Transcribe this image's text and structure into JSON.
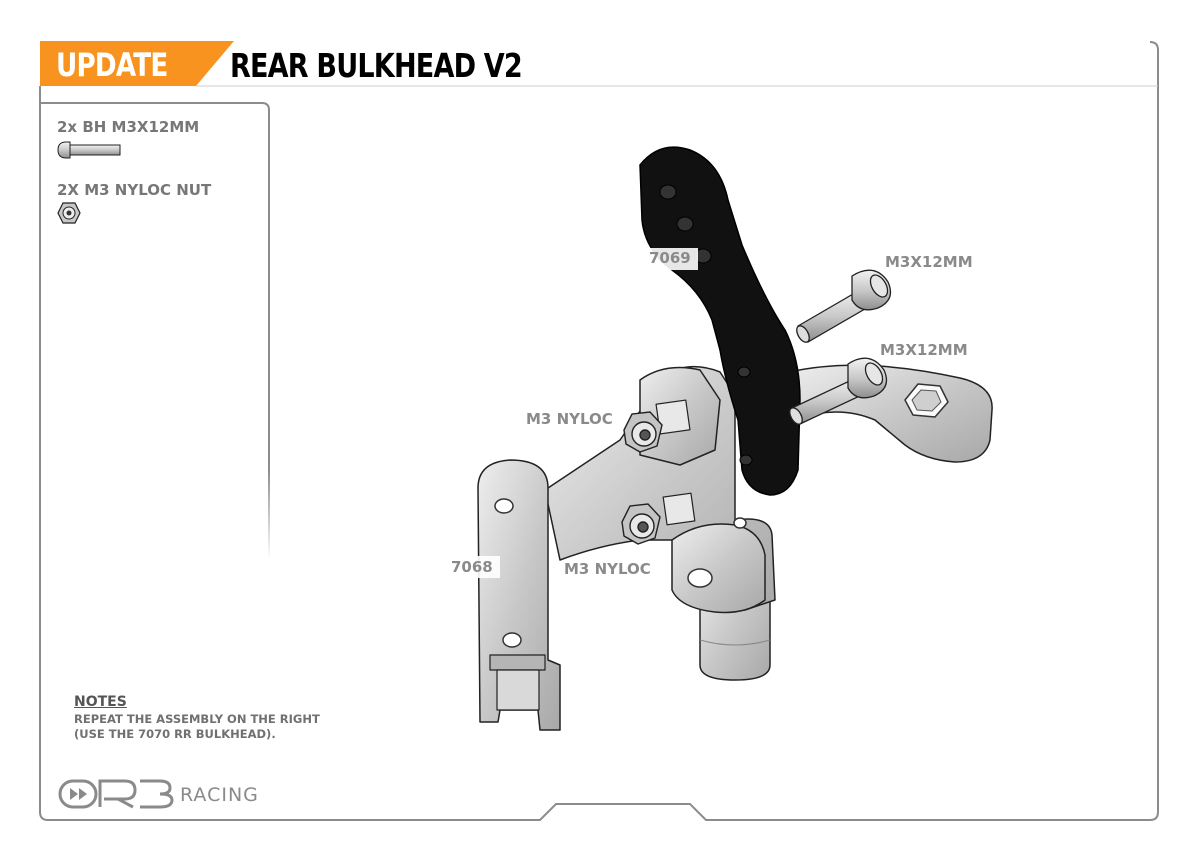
{
  "header": {
    "tag": "UPDATE",
    "title": "REAR BULKHEAD V2"
  },
  "parts": [
    {
      "label": "2x BH M3X12MM",
      "icon": "button-head-screw-icon"
    },
    {
      "label": "2X M3 NYLOC NUT",
      "icon": "nyloc-nut-icon"
    }
  ],
  "callouts": {
    "part_7069": "7069",
    "part_7068": "7068",
    "screw_upper": "M3X12MM",
    "screw_lower": "M3X12MM",
    "nut_upper": "M3 NYLOC",
    "nut_lower": "M3 NYLOC"
  },
  "notes": {
    "title": "NOTES",
    "lines": [
      "REPEAT THE ASSEMBLY ON THE RIGHT",
      "(USE THE 7070 RR BULKHEAD)."
    ]
  },
  "brand": {
    "suffix": "RACING"
  },
  "colors": {
    "accent_orange": "#F7931E",
    "frame_gray": "#8c8c8c",
    "bulkhead_silver": "#d4d4d4",
    "brace_black": "#111111"
  }
}
